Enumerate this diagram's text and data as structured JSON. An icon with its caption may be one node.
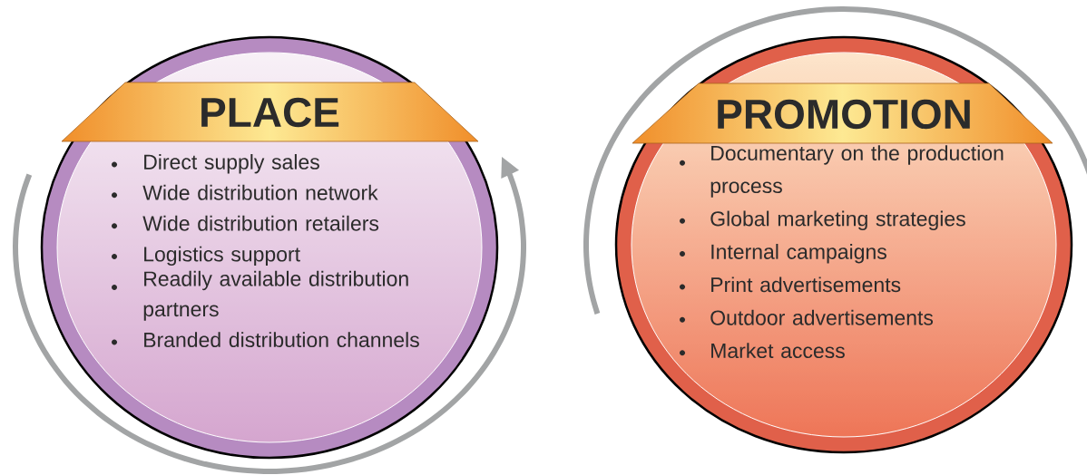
{
  "diagram": {
    "nodes": [
      {
        "text": [
          "PLACE",
          "Direct supply sales",
          "Wide distribution network",
          "Wide distribution retailers",
          "Logistics support",
          "Readily available distribution partners",
          "Branded distribution channels"
        ]
      },
      {
        "text": [
          "PROMOTION",
          "Documentary on the production process",
          "Global marketing strategies",
          "Internal campaigns",
          "Print advertisements",
          "Outdoor advertisements",
          "Market access"
        ]
      }
    ]
  }
}
